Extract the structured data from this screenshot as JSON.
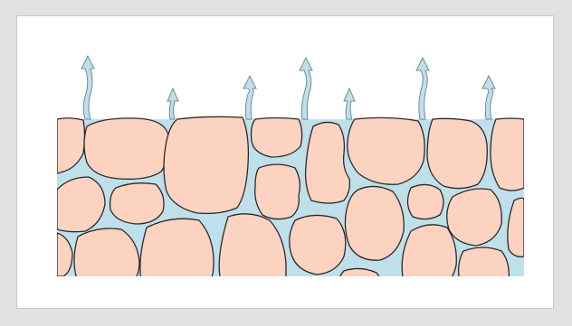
{
  "figure": {
    "subject": "cell-layer-with-escaping-fluid",
    "colors": {
      "page_background": "#e2e2e2",
      "panel_background": "#ffffff",
      "cell_fill": "#fcd3c1",
      "cell_stroke": "#2a2a2a",
      "fluid_fill": "#bfe0ea",
      "fluid_stroke": "#8aa6b4",
      "arrow_fill": "#bfe0ea",
      "arrow_stroke": "#6f8c9a"
    },
    "icons": {
      "cell": "rounded-polygon-cell",
      "arrow": "wavy-up-arrow"
    }
  }
}
